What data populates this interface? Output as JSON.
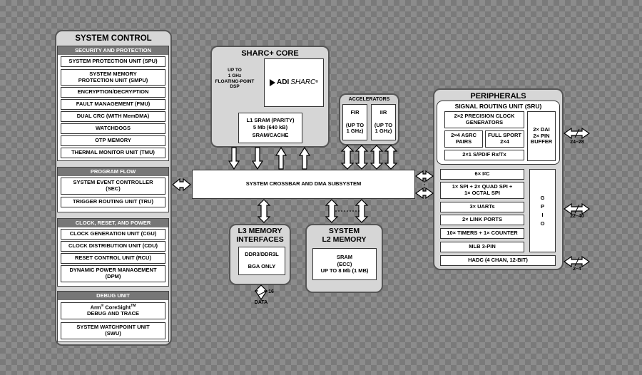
{
  "system_control": {
    "title": "SYSTEM CONTROL",
    "security": {
      "heading": "SECURITY AND PROTECTION",
      "items": [
        "SYSTEM PROTECTION UNIT (SPU)",
        "SYSTEM MEMORY\nPROTECTION UNIT (SMPU)",
        "ENCRYPTION/DECRYPTION",
        "FAULT MANAGEMENT (FMU)",
        "DUAL CRC (WITH MemDMA)",
        "WATCHDOGS",
        "OTP MEMORY",
        "THERMAL MONITOR UNIT (TMU)"
      ]
    },
    "program_flow": {
      "heading": "PROGRAM FLOW",
      "items": [
        "SYSTEM EVENT CONTROLLER\n(SEC)",
        "TRIGGER ROUTING UNIT (TRU)"
      ]
    },
    "clock_reset_power": {
      "heading": "CLOCK, RESET, AND POWER",
      "items": [
        "CLOCK GENERATION UNIT (CGU)",
        "CLOCK DISTRIBUTION UNIT (CDU)",
        "RESET CONTROL UNIT (RCU)",
        "DYNAMIC POWER MANAGEMENT\n(DPM)"
      ]
    },
    "debug": {
      "heading": "DEBUG UNIT",
      "coresight_line1": "Arm",
      "coresight_reg": "®",
      "coresight_name": " CoreSight",
      "coresight_tm": "TM",
      "coresight_line2": "DEBUG AND TRACE",
      "swu": "SYSTEM WATCHPOINT UNIT\n(SWU)"
    }
  },
  "sharc_core": {
    "title": "SHARC+ CORE",
    "speed_label": "UP TO\n1 GHz\nFLOATING-POINT\nDSP",
    "logo_adi": "ADI",
    "logo_sharc": "SHARC",
    "logo_reg": "®",
    "l1_sram": "L1 SRAM (PARITY)\n5 Mb (640 kB)\nSRAM/CACHE"
  },
  "accelerators": {
    "title": "ACCELERATORS",
    "fir": "FIR\n\n(UP TO\n1 GHz)",
    "iir": "IIR\n\n(UP TO\n1 GHz)"
  },
  "crossbar": "SYSTEM CROSSBAR AND DMA SUBSYSTEM",
  "l3_memory": {
    "title": "L3 MEMORY\nINTERFACES",
    "content": "DDR3/DDR3L\n\nBGA ONLY",
    "bus_width": "16",
    "bus_label": "DATA"
  },
  "l2_memory": {
    "title": "SYSTEM\nL2 MEMORY",
    "content": "SRAM\n(ECC)\nUP TO 8 Mb (1 MB)"
  },
  "peripherals": {
    "title": "PERIPHERALS",
    "sru_title": "SIGNAL ROUTING UNIT (SRU)",
    "precision_clock": "2×2 PRECISION CLOCK\nGENERATORS",
    "asrc": "2×4 ASRC\nPAIRS",
    "full_sport": "FULL SPORT\n2×4",
    "dai": "2× DAI\n2× PIN\nBUFFER",
    "spdif": "2×1 S/PDIF Rx/Tx",
    "i2c_prefix": "6× I",
    "i2c_sup": "2",
    "i2c_suffix": "C",
    "spi": "1× SPI + 2× QUAD SPI +\n1× OCTAL SPI",
    "uarts": "3× UARTs",
    "link_ports": "2× LINK PORTS",
    "timers": "10× TIMERS + 1× COUNTER",
    "mlb": "MLB 3-PIN",
    "gpio": "G\nP\nI\nO",
    "hadc": "HADC (4 CHAN, 12-BIT)",
    "pins_top": "24–28",
    "pins_mid": "22–40",
    "pins_bot": "2–4"
  }
}
